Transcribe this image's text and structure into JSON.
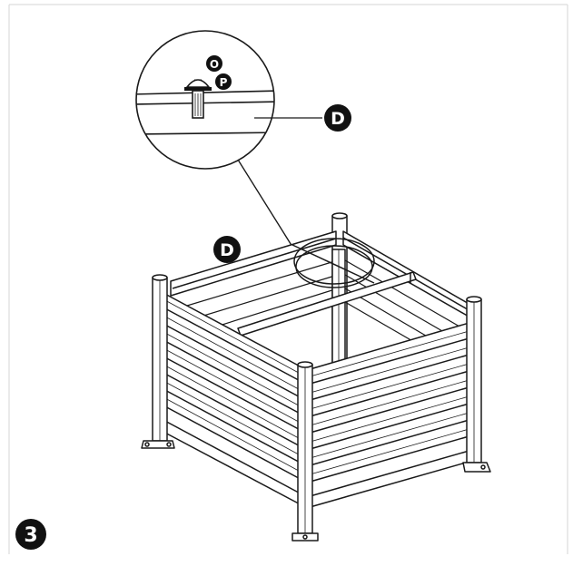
{
  "step": {
    "number": "3"
  },
  "callouts": {
    "part_D_detail": "D",
    "part_D_main": "D",
    "hardware_O": "O",
    "hardware_P": "P"
  },
  "colors": {
    "line": "#1a1a1a",
    "badge_fill": "#111111",
    "badge_text": "#ffffff",
    "frame_border": "#d6d6d6"
  }
}
